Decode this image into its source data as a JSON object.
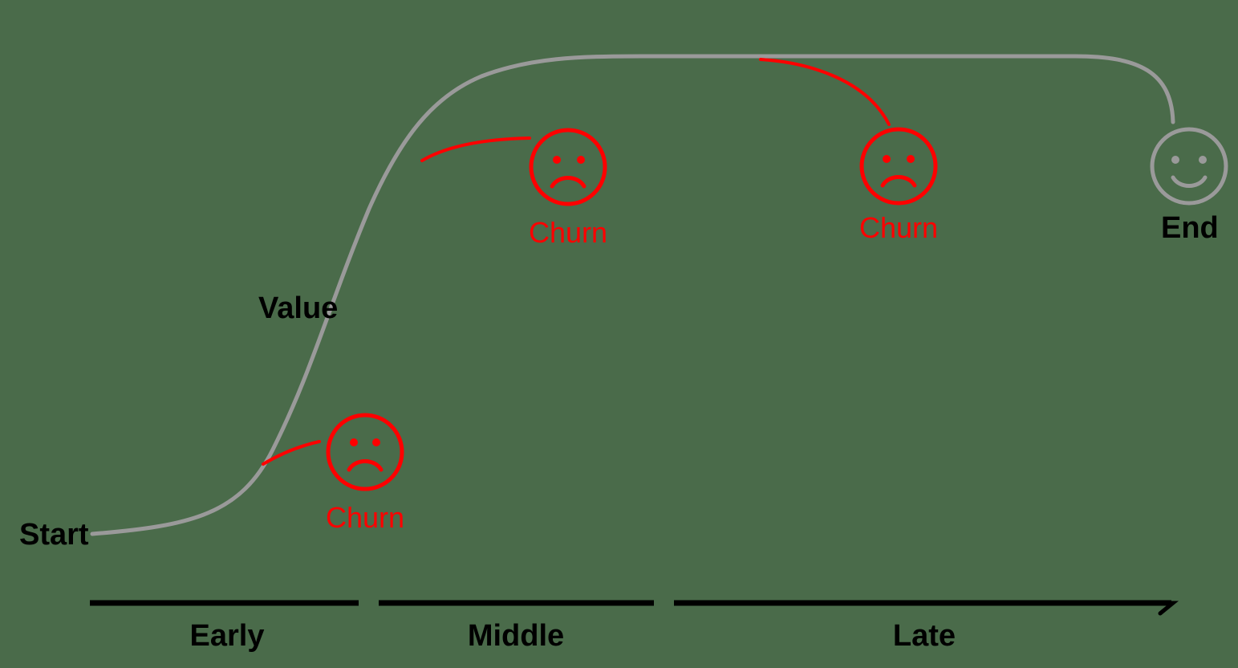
{
  "labels": {
    "start": "Start",
    "value": "Value",
    "end": "End",
    "churn_early": "Churn",
    "churn_middle": "Churn",
    "churn_late": "Churn"
  },
  "phases": {
    "early": "Early",
    "middle": "Middle",
    "late": "Late"
  },
  "colors": {
    "background": "#4a6b4a",
    "curve": "#9a9a9a",
    "churn": "#ff0000",
    "end_face": "#9a9a9a",
    "timeline": "#000000",
    "text": "#000000"
  },
  "icons": {
    "churn_face": "sad-face-icon",
    "end_face": "happy-face-icon"
  }
}
